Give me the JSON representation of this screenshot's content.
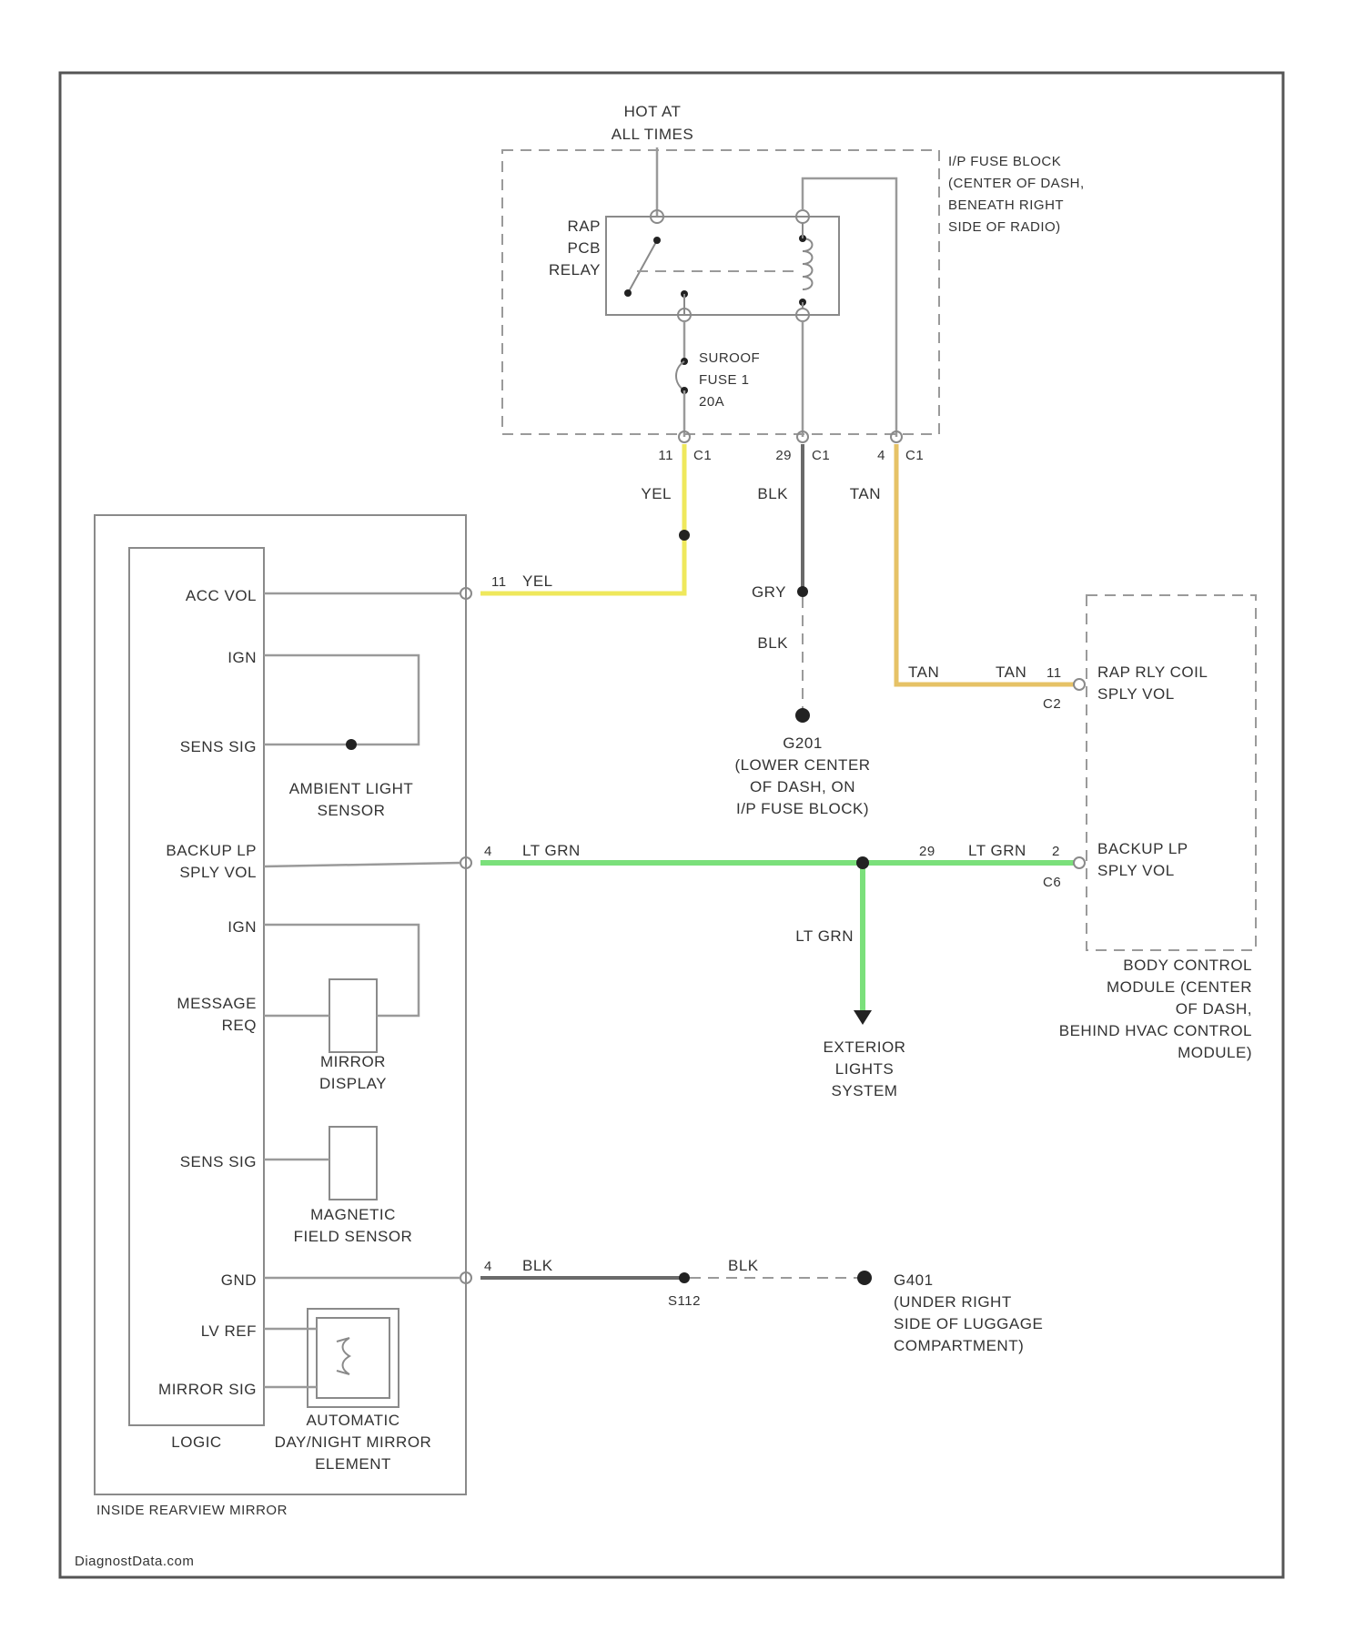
{
  "colors": {
    "yel": "#efe85c",
    "tan": "#e6c266",
    "lt_grn": "#7be07b",
    "blk": "#6a6a6a",
    "frame": "#555555"
  },
  "supply": {
    "line1": "HOT AT",
    "line2": "ALL TIMES"
  },
  "fuse_block": {
    "desc1": "I/P FUSE BLOCK",
    "desc2": "(CENTER OF DASH,",
    "desc3": "BENEATH RIGHT",
    "desc4": "SIDE OF RADIO)",
    "relay1": "RAP",
    "relay2": "PCB",
    "relay3": "RELAY",
    "fuse1": "SUROOF",
    "fuse2": "FUSE 1",
    "fuse3": "20A",
    "pin_yel": "11",
    "conn_yel": "C1",
    "pin_blk": "29",
    "conn_blk": "C1",
    "pin_tan": "4",
    "conn_tan": "C1"
  },
  "wires": {
    "yel_top": "YEL",
    "blk_top": "BLK",
    "tan_top": "TAN",
    "yel_mid": "YEL",
    "yel_pin": "11",
    "gry": "GRY",
    "blk_mid": "BLK",
    "tan_left": "TAN",
    "tan_right": "TAN",
    "tan_pin": "11",
    "tan_conn": "C2",
    "grn_left": "LT GRN",
    "grn_left_pin": "4",
    "grn_right": "LT GRN",
    "grn_right_pin": "2",
    "grn_right_pin2": "29",
    "grn_conn": "C6",
    "grn_down": "LT GRN",
    "blk_bottom_left": "BLK",
    "blk_bottom_pin": "4",
    "blk_bottom_right": "BLK",
    "splice": "S112"
  },
  "ground_g201": {
    "id": "G201",
    "line1": "(LOWER CENTER",
    "line2": "OF DASH, ON",
    "line3": "I/P FUSE BLOCK)"
  },
  "ground_g401": {
    "id": "G401",
    "line1": "(UNDER RIGHT",
    "line2": "SIDE OF LUGGAGE",
    "line3": "COMPARTMENT)"
  },
  "exterior": {
    "line1": "EXTERIOR",
    "line2": "LIGHTS",
    "line3": "SYSTEM"
  },
  "bcm": {
    "pin1_label1": "RAP RLY COIL",
    "pin1_label2": "SPLY VOL",
    "pin2_label1": "BACKUP LP",
    "pin2_label2": "SPLY VOL",
    "desc1": "BODY CONTROL",
    "desc2": "MODULE (CENTER",
    "desc3": "OF DASH,",
    "desc4": "BEHIND HVAC CONTROL",
    "desc5": "MODULE)"
  },
  "mirror": {
    "acc_vol": "ACC VOL",
    "ign1": "IGN",
    "sens_sig1": "SENS SIG",
    "ambient1": "AMBIENT LIGHT",
    "ambient2": "SENSOR",
    "backup1": "BACKUP LP",
    "backup2": "SPLY VOL",
    "ign2": "IGN",
    "message1": "MESSAGE",
    "message2": "REQ",
    "mirror_display1": "MIRROR",
    "mirror_display2": "DISPLAY",
    "sens_sig2": "SENS SIG",
    "magnetic1": "MAGNETIC",
    "magnetic2": "FIELD SENSOR",
    "gnd": "GND",
    "lv_ref": "LV REF",
    "mirror_sig": "MIRROR SIG",
    "auto1": "AUTOMATIC",
    "auto2": "DAY/NIGHT MIRROR",
    "auto3": "ELEMENT",
    "logic": "LOGIC",
    "title": "INSIDE REARVIEW MIRROR"
  },
  "footer": "DiagnostData.com"
}
